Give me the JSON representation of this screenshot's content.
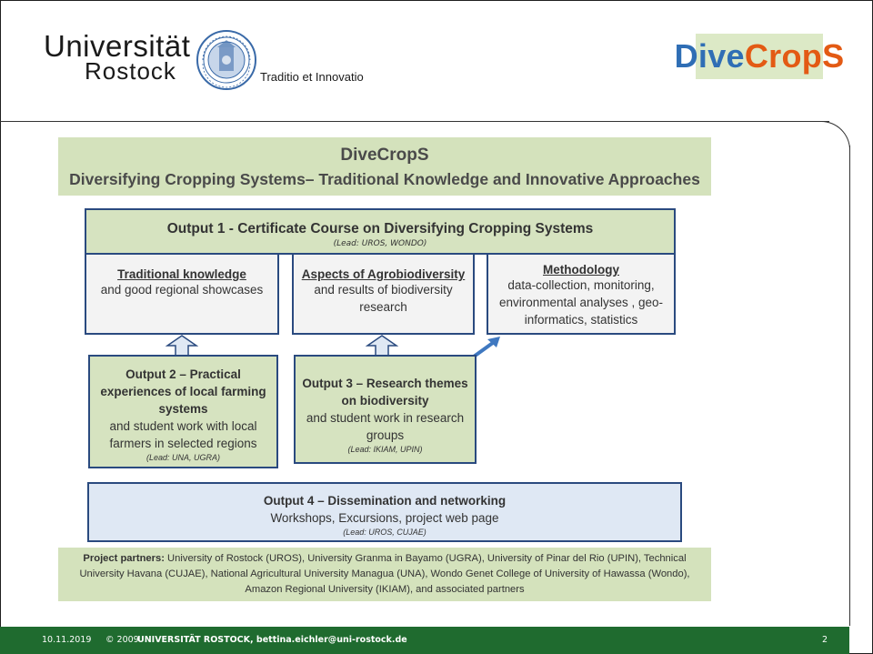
{
  "header": {
    "university_name": "Universität",
    "university_city": "Rostock",
    "university_motto": "Traditio et Innovatio",
    "brand_logo_part1": "Dive",
    "brand_logo_part2": "CropS"
  },
  "title": {
    "line1": "DiveCropS",
    "line2": "Diversifying Cropping Systems– Traditional Knowledge and Innovative Approaches"
  },
  "output1": {
    "title": "Output 1 - Certificate Course on Diversifying Cropping Systems",
    "lead": "(Lead: UROS, WONDO)",
    "modules": [
      {
        "heading": "Traditional knowledge",
        "body": "and good regional showcases"
      },
      {
        "heading": "Aspects of Agrobiodiversity",
        "body": "and results of biodiversity research"
      },
      {
        "heading": "Methodology",
        "body": "data-collection, monitoring, environmental analyses , geo-informatics, statistics"
      }
    ]
  },
  "output2": {
    "heading": "Output 2 – Practical experiences of local farming systems",
    "body": "and student work with local farmers in selected regions",
    "lead": "(Lead: UNA, UGRA)"
  },
  "output3": {
    "heading": "Output 3 – Research themes on biodiversity",
    "body": "and student work in research groups",
    "lead": "(Lead: IKIAM, UPIN)"
  },
  "output4": {
    "heading": "Output 4 – Dissemination and networking",
    "body": "Workshops, Excursions, project web page",
    "lead": "(Lead: UROS, CUJAE)"
  },
  "partners": {
    "label": "Project partners:",
    "text": " University of Rostock (UROS),  University Granma in Bayamo (UGRA), University of Pinar del Rio (UPIN), Technical University Havana (CUJAE), National Agricultural University Managua (UNA), Wondo Genet College of University of Hawassa (Wondo), Amazon Regional University (IKIAM), and associated partners"
  },
  "footer": {
    "date": "10.11.2019",
    "copyright": "© 2009",
    "organization": "UNIVERSITÄT ROSTOCK, bettina.eichler@uni-rostock.de",
    "page_number": "2"
  },
  "colors": {
    "footer_bar": "#1f6b2f",
    "box_green": "#d6e3c0",
    "box_blue": "#dfe8f4",
    "border_blue": "#2a4a7f",
    "logo_blue": "#2f6eb5",
    "logo_orange": "#e35a14"
  },
  "icons": [
    "university-seal-icon",
    "up-arrow-icon",
    "diagonal-arrow-icon"
  ]
}
